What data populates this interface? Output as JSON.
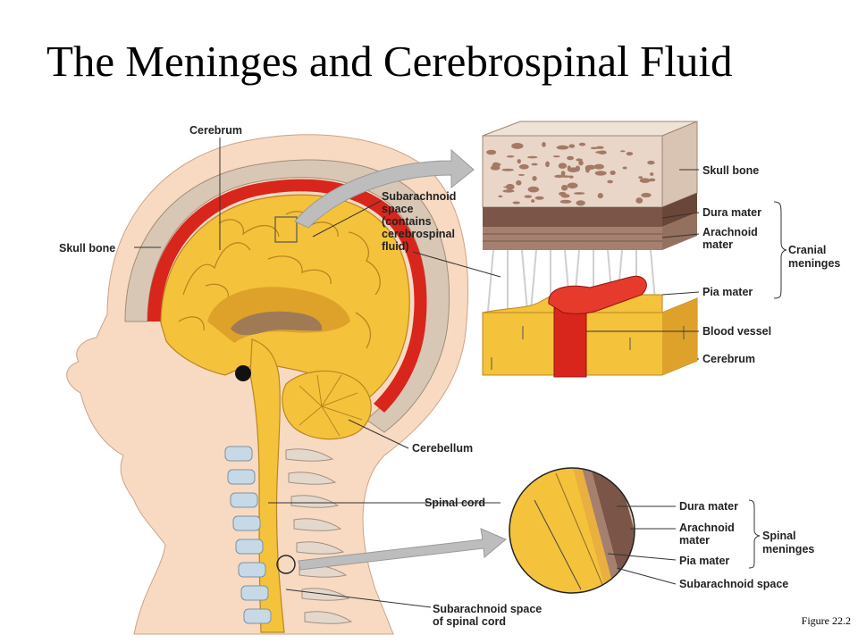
{
  "title": "The Meninges and Cerebrospinal Fluid",
  "caption": "Figure 22.2",
  "colors": {
    "brain": "#f5c33b",
    "brain_shadow": "#dea22a",
    "skin": "#f8d9c2",
    "bone": "#d9c7b6",
    "blood": "#d8261c",
    "dura": "#7b5547",
    "skull_texture": "#e9d6c8"
  },
  "labels": {
    "cerebrum": "Cerebrum",
    "skull_bone_left": "Skull bone",
    "subarachnoid_space": [
      "Subarachnoid",
      "space",
      "(contains",
      "cerebrospinal",
      "fluid)"
    ],
    "cerebellum": "Cerebellum",
    "spinal_cord": "Spinal cord",
    "subarachnoid_spinal": [
      "Subarachnoid space",
      "of spinal cord"
    ],
    "skull_bone_right": "Skull bone",
    "dura_mater_top": "Dura mater",
    "arachnoid_mater_top": [
      "Arachnoid",
      "mater"
    ],
    "cranial_meninges": [
      "Cranial",
      "meninges"
    ],
    "pia_mater_top": "Pia mater",
    "blood_vessel": "Blood vessel",
    "cerebrum_right": "Cerebrum",
    "dura_mater_bottom": "Dura mater",
    "arachnoid_mater_bottom": [
      "Arachnoid",
      "mater"
    ],
    "spinal_meninges": [
      "Spinal",
      "meninges"
    ],
    "pia_mater_bottom": "Pia mater",
    "subarachnoid_space_bottom": "Subarachnoid space"
  }
}
